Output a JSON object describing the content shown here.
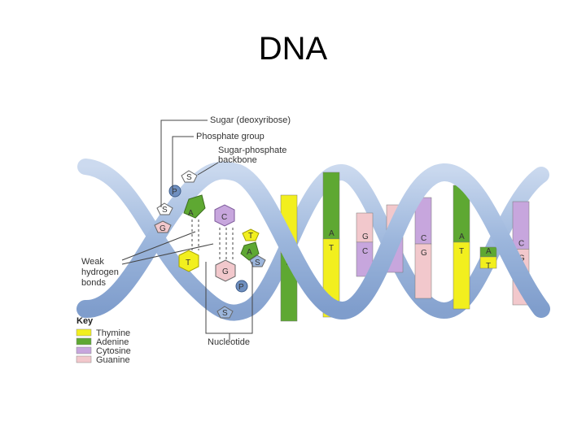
{
  "title": "DNA",
  "labels": {
    "sugar": "Sugar (deoxyribose)",
    "phosphate": "Phosphate group",
    "backbone_l1": "Sugar-phosphate",
    "backbone_l2": "backbone",
    "weak_l1": "Weak",
    "weak_l2": "hydrogen",
    "weak_l3": "bonds",
    "nucleotide": "Nucleotide"
  },
  "key": {
    "title": "Key",
    "items": [
      {
        "label": "Thymine",
        "color": "#f2ef1e"
      },
      {
        "label": "Adenine",
        "color": "#5ea832"
      },
      {
        "label": "Cytosine",
        "color": "#c7a6dd"
      },
      {
        "label": "Guanine",
        "color": "#f2c8cc"
      }
    ]
  },
  "colors": {
    "thymine": "#f2ef1e",
    "adenine": "#5ea832",
    "cytosine": "#c7a6dd",
    "guanine": "#f2c8cc",
    "backbone": "#9cb6dc",
    "backbone_edge": "#6f8fbf"
  },
  "detail": {
    "P1": "P",
    "S1": "S",
    "G1": "G",
    "A1": "A",
    "C1": "C",
    "T1": "T",
    "A2": "A",
    "T2": "T",
    "G2": "G",
    "S2": "S",
    "P2": "P",
    "S3": "S"
  },
  "rungs": [
    {
      "top": "T",
      "bottom": "A"
    },
    {
      "top": "A",
      "bottom": "T"
    },
    {
      "top": "G",
      "bottom": "C"
    },
    {
      "top": "G",
      "bottom": "C"
    },
    {
      "top": "C",
      "bottom": "G"
    },
    {
      "top": "A",
      "bottom": "T"
    },
    {
      "top": "A",
      "bottom": "T"
    },
    {
      "top": "C",
      "bottom": "G"
    }
  ]
}
